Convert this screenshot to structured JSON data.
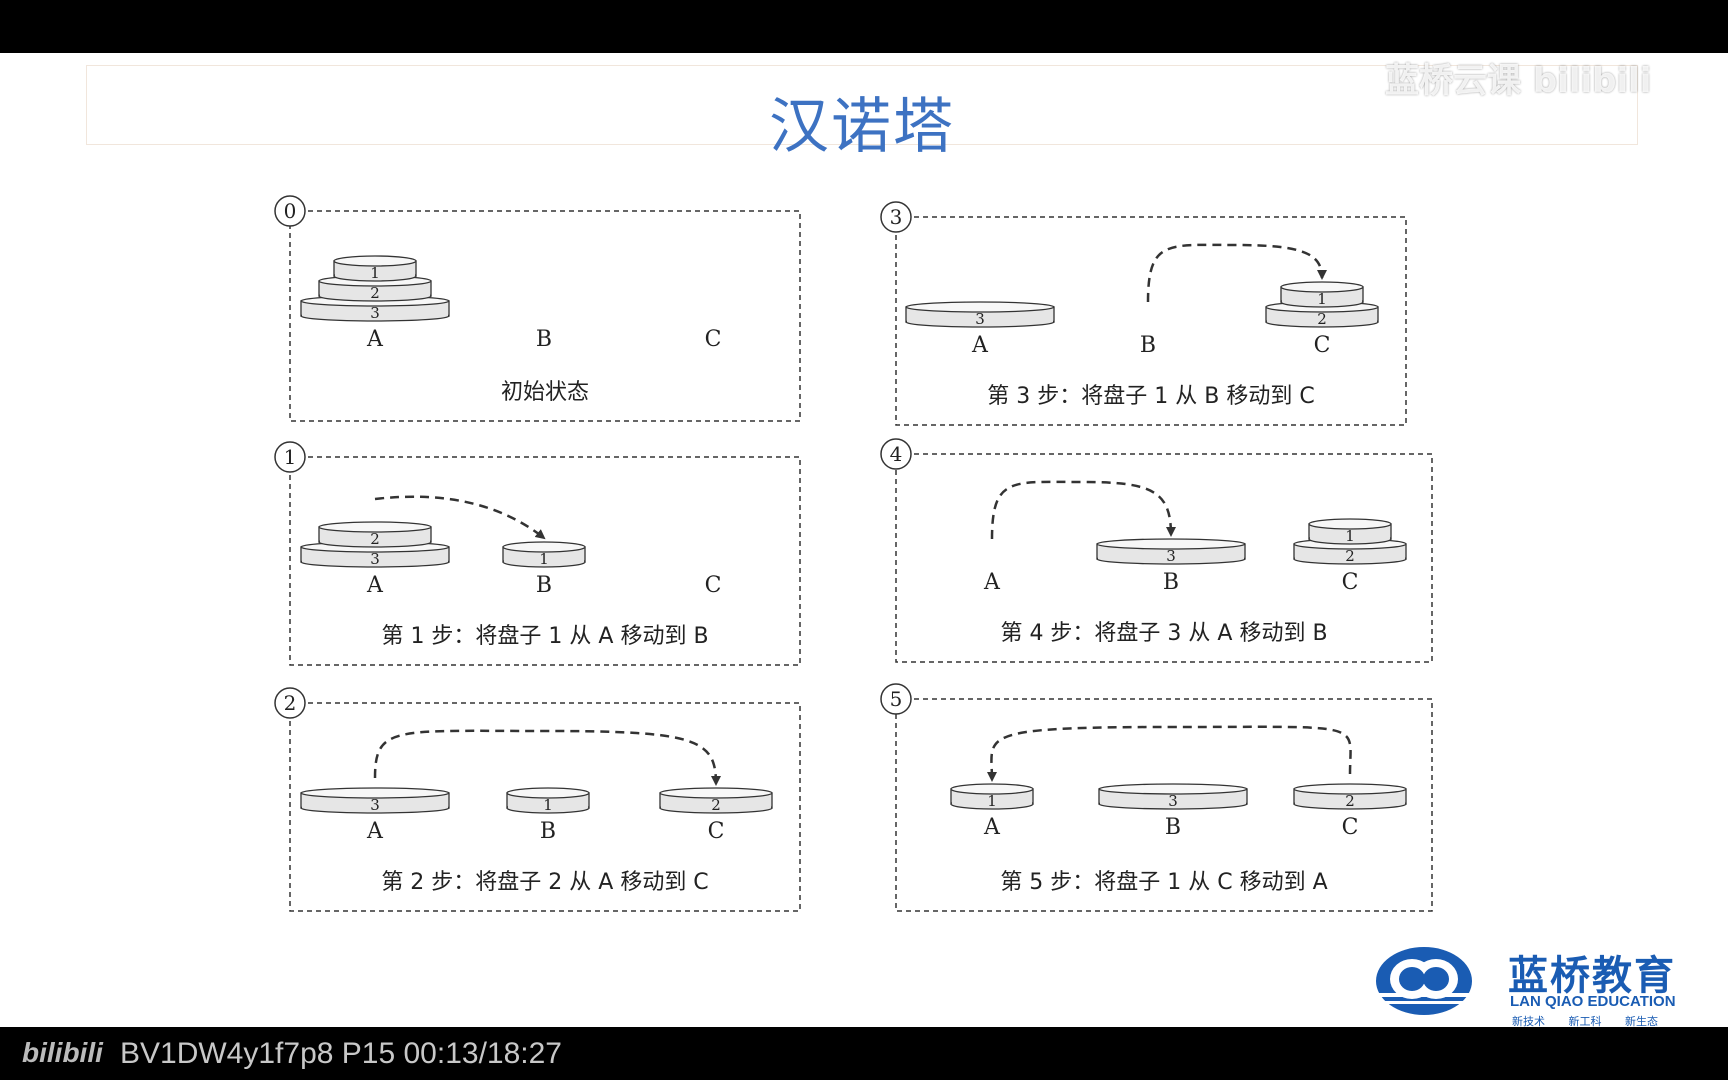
{
  "slide": {
    "title": "汉诺塔",
    "watermark": "蓝桥云课 bilibili"
  },
  "diagram": {
    "panels": [
      {
        "step_number": "0",
        "caption": "初始状态",
        "pegs": [
          {
            "label": "A",
            "disks": [
              3,
              2,
              1
            ]
          },
          {
            "label": "B",
            "disks": []
          },
          {
            "label": "C",
            "disks": []
          }
        ],
        "move": null
      },
      {
        "step_number": "1",
        "caption": "第 1 步：将盘子 1 从 A 移动到 B",
        "pegs": [
          {
            "label": "A",
            "disks": [
              3,
              2
            ]
          },
          {
            "label": "B",
            "disks": [
              1
            ]
          },
          {
            "label": "C",
            "disks": []
          }
        ],
        "move": {
          "from": "A",
          "to": "B"
        }
      },
      {
        "step_number": "2",
        "caption": "第 2 步：将盘子 2 从 A 移动到 C",
        "pegs": [
          {
            "label": "A",
            "disks": [
              3
            ]
          },
          {
            "label": "B",
            "disks": [
              1
            ]
          },
          {
            "label": "C",
            "disks": [
              2
            ]
          }
        ],
        "move": {
          "from": "A",
          "to": "C"
        }
      },
      {
        "step_number": "3",
        "caption": "第 3 步：将盘子 1 从 B 移动到 C",
        "pegs": [
          {
            "label": "A",
            "disks": [
              3
            ]
          },
          {
            "label": "B",
            "disks": []
          },
          {
            "label": "C",
            "disks": [
              2,
              1
            ]
          }
        ],
        "move": {
          "from": "B",
          "to": "C"
        }
      },
      {
        "step_number": "4",
        "caption": "第 4 步：将盘子 3 从 A 移动到 B",
        "pegs": [
          {
            "label": "A",
            "disks": []
          },
          {
            "label": "B",
            "disks": [
              3
            ]
          },
          {
            "label": "C",
            "disks": [
              2,
              1
            ]
          }
        ],
        "move": {
          "from": "A",
          "to": "B"
        }
      },
      {
        "step_number": "5",
        "caption": "第 5 步：将盘子 1 从 C 移动到 A",
        "pegs": [
          {
            "label": "A",
            "disks": [
              1
            ]
          },
          {
            "label": "B",
            "disks": [
              3
            ]
          },
          {
            "label": "C",
            "disks": [
              2
            ]
          }
        ],
        "move": {
          "from": "C",
          "to": "A"
        }
      }
    ]
  },
  "logo": {
    "name_cn": "蓝桥教育",
    "name_en": "LAN QIAO EDUCATION",
    "tagline": "新技术 新工科 新生态"
  },
  "player": {
    "platform": "bilibili",
    "video_info": "BV1DW4y1f7p8 P15 00:13/18:27"
  },
  "colors": {
    "title": "#3d72c2",
    "brand": "#1a5cb3"
  }
}
